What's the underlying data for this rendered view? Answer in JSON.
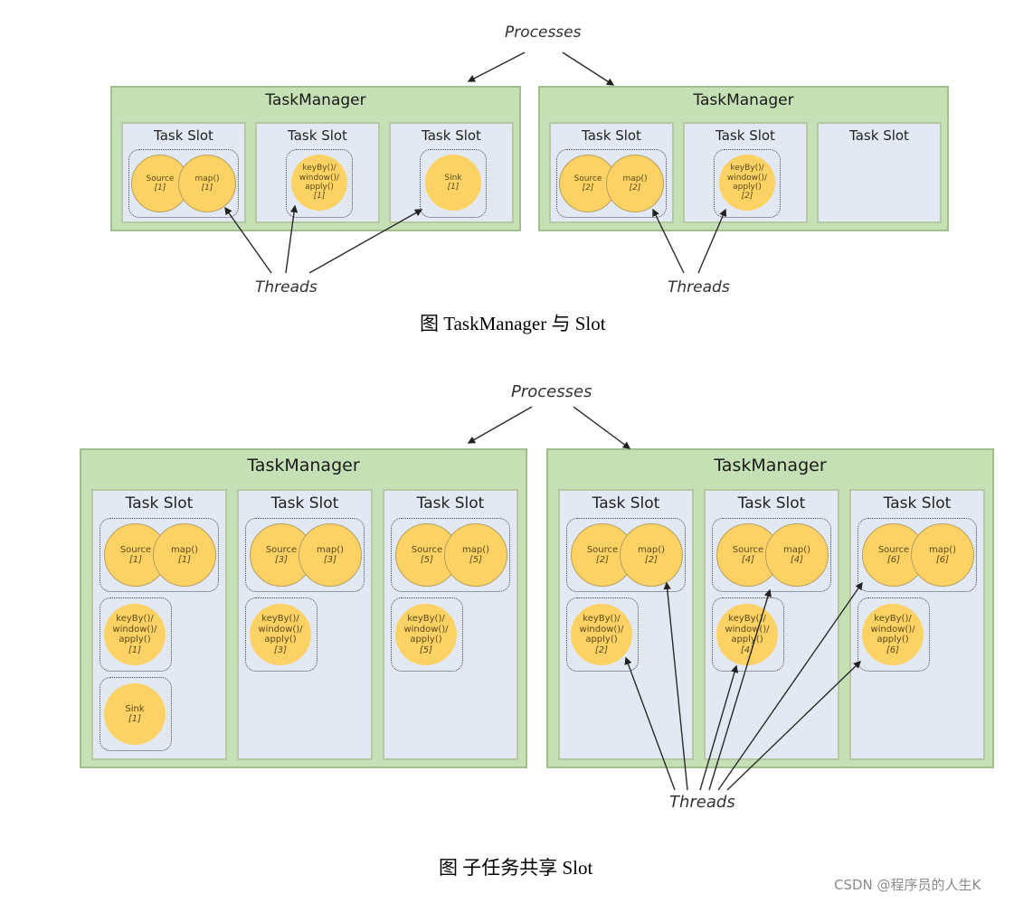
{
  "figure1": {
    "processes_label": "Processes",
    "threads_label": "Threads",
    "caption": "图  TaskManager 与 Slot",
    "taskmanagers": [
      {
        "title": "TaskManager",
        "slots": [
          {
            "title": "Task Slot",
            "groups": [
              {
                "ops": [
                  {
                    "name": "Source",
                    "index": "[1]"
                  },
                  {
                    "name": "map()",
                    "index": "[1]"
                  }
                ]
              }
            ]
          },
          {
            "title": "Task Slot",
            "groups": [
              {
                "ops": [
                  {
                    "name": "keyBy()/ window()/ apply()",
                    "index": "[1]"
                  }
                ]
              }
            ]
          },
          {
            "title": "Task Slot",
            "groups": [
              {
                "ops": [
                  {
                    "name": "Sink",
                    "index": "[1]"
                  }
                ]
              }
            ]
          }
        ]
      },
      {
        "title": "TaskManager",
        "slots": [
          {
            "title": "Task Slot",
            "groups": [
              {
                "ops": [
                  {
                    "name": "Source",
                    "index": "[2]"
                  },
                  {
                    "name": "map()",
                    "index": "[2]"
                  }
                ]
              }
            ]
          },
          {
            "title": "Task Slot",
            "groups": [
              {
                "ops": [
                  {
                    "name": "keyBy()/ window()/ apply()",
                    "index": "[2]"
                  }
                ]
              }
            ]
          },
          {
            "title": "Task Slot",
            "groups": []
          }
        ]
      }
    ]
  },
  "figure2": {
    "processes_label": "Processes",
    "threads_label": "Threads",
    "caption": "图  子任务共享 Slot",
    "taskmanagers": [
      {
        "title": "TaskManager",
        "slots": [
          {
            "title": "Task Slot",
            "groups": [
              {
                "ops": [
                  {
                    "name": "Source",
                    "index": "[1]"
                  },
                  {
                    "name": "map()",
                    "index": "[1]"
                  }
                ]
              },
              {
                "ops": [
                  {
                    "name": "keyBy()/ window()/ apply()",
                    "index": "[1]"
                  }
                ]
              },
              {
                "ops": [
                  {
                    "name": "Sink",
                    "index": "[1]"
                  }
                ]
              }
            ]
          },
          {
            "title": "Task Slot",
            "groups": [
              {
                "ops": [
                  {
                    "name": "Source",
                    "index": "[3]"
                  },
                  {
                    "name": "map()",
                    "index": "[3]"
                  }
                ]
              },
              {
                "ops": [
                  {
                    "name": "keyBy()/ window()/ apply()",
                    "index": "[3]"
                  }
                ]
              }
            ]
          },
          {
            "title": "Task Slot",
            "groups": [
              {
                "ops": [
                  {
                    "name": "Source",
                    "index": "[5]"
                  },
                  {
                    "name": "map()",
                    "index": "[5]"
                  }
                ]
              },
              {
                "ops": [
                  {
                    "name": "keyBy()/ window()/ apply()",
                    "index": "[5]"
                  }
                ]
              }
            ]
          }
        ]
      },
      {
        "title": "TaskManager",
        "slots": [
          {
            "title": "Task Slot",
            "groups": [
              {
                "ops": [
                  {
                    "name": "Source",
                    "index": "[2]"
                  },
                  {
                    "name": "map()",
                    "index": "[2]"
                  }
                ]
              },
              {
                "ops": [
                  {
                    "name": "keyBy()/ window()/ apply()",
                    "index": "[2]"
                  }
                ]
              }
            ]
          },
          {
            "title": "Task Slot",
            "groups": [
              {
                "ops": [
                  {
                    "name": "Source",
                    "index": "[4]"
                  },
                  {
                    "name": "map()",
                    "index": "[4]"
                  }
                ]
              },
              {
                "ops": [
                  {
                    "name": "keyBy()/ window()/ apply()",
                    "index": "[4]"
                  }
                ]
              }
            ]
          },
          {
            "title": "Task Slot",
            "groups": [
              {
                "ops": [
                  {
                    "name": "Source",
                    "index": "[6]"
                  },
                  {
                    "name": "map()",
                    "index": "[6]"
                  }
                ]
              },
              {
                "ops": [
                  {
                    "name": "keyBy()/ window()/ apply()",
                    "index": "[6]"
                  }
                ]
              }
            ]
          }
        ]
      }
    ]
  },
  "watermark": "CSDN @程序员的人生K",
  "colors": {
    "taskmanager_bg": "#c5e0b4",
    "slot_bg": "#e3e9f3",
    "operator_fill": "#fdd265"
  }
}
